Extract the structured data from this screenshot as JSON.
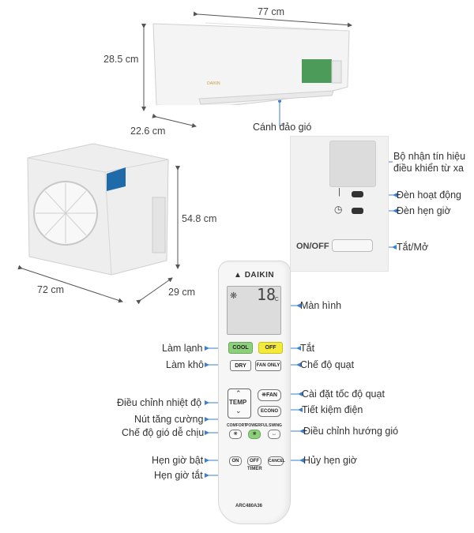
{
  "dimensions": {
    "indoor_width": "77 cm",
    "indoor_height": "28.5 cm",
    "indoor_depth": "22.6 cm",
    "outdoor_height": "54.8 cm",
    "outdoor_width": "72  cm",
    "outdoor_depth": "29 cm"
  },
  "indoor_labels": {
    "louver": "Cánh đảo gió"
  },
  "panel_labels": {
    "receiver_line1": "Bộ nhận tín hiệu",
    "receiver_line2": "điều khiển từ xa",
    "operation_lamp": "Đèn hoạt động",
    "timer_lamp": "Đèn hẹn giờ",
    "onoff_text": "ON/OFF",
    "onoff_label": "Tắt/Mở"
  },
  "remote": {
    "brand": "DAIKIN",
    "screen_temp": "18",
    "screen_unit": "°C",
    "model": "ARC480A36",
    "buttons": {
      "cool": "COOL",
      "off": "OFF",
      "dry": "DRY",
      "fan_only": "FAN ONLY",
      "temp": "TEMP",
      "fan": "FAN",
      "econo": "ECONO",
      "comfort": "COMFORT",
      "powerful": "POWERFUL",
      "swing": "SWING",
      "on": "ON",
      "timer_off": "OFF",
      "cancel": "CANCEL",
      "timer": "TIMER"
    }
  },
  "callouts": {
    "screen": "Màn hình",
    "cool": "Làm lạnh",
    "off": "Tắt",
    "dry": "Làm khô",
    "fan_only": "Chế độ quạt",
    "temp": "Điều chỉnh nhiệt độ",
    "fan_speed": "Cài đặt tốc độ quạt",
    "econo": "Tiết kiệm điện",
    "powerful": "Nút tăng cường",
    "comfort": "Chế độ gió dễ chịu",
    "swing": "Điều chỉnh hướng gió",
    "timer_on": "Hẹn giờ bật",
    "timer_off": "Hẹn giờ tắt",
    "cancel": "Hủy hẹn giờ"
  },
  "colors": {
    "cool_button": "#8dd07b",
    "off_button": "#f4ea3a",
    "callout_line": "#3a7fd0"
  }
}
